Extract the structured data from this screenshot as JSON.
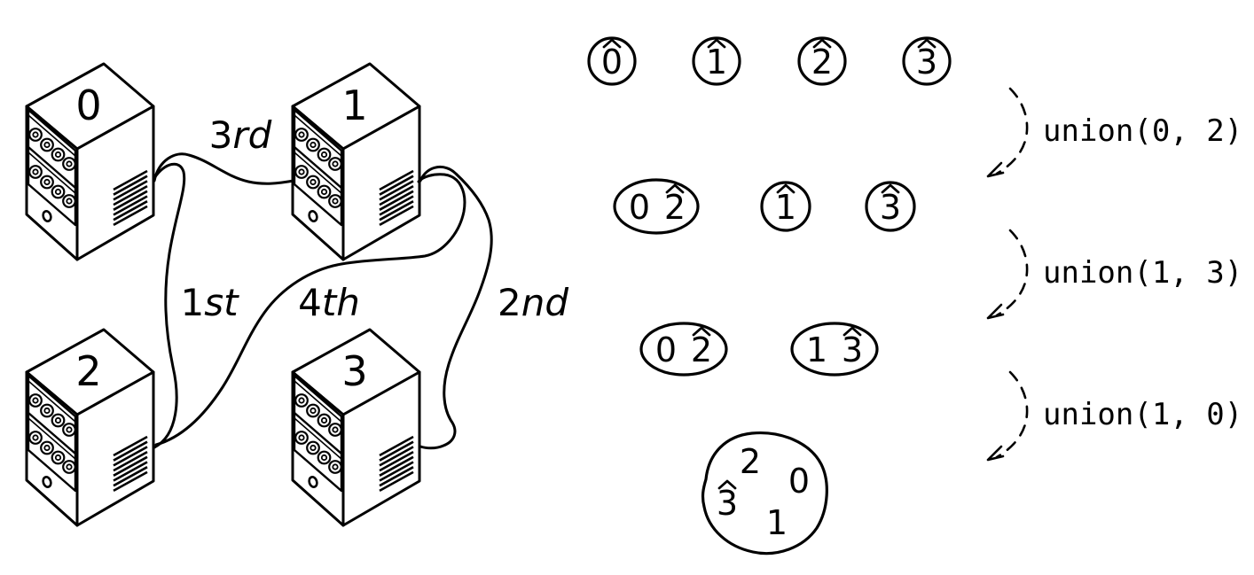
{
  "machines_panel": {
    "machines": [
      {
        "label": "0"
      },
      {
        "label": "1"
      },
      {
        "label": "2"
      },
      {
        "label": "3"
      }
    ],
    "cables": [
      {
        "order": "1",
        "suffix": "st",
        "connects": "machine 0 - machine 2"
      },
      {
        "order": "2",
        "suffix": "nd",
        "connects": "machine 1 - machine 3"
      },
      {
        "order": "3",
        "suffix": "rd",
        "connects": "machine 0 - machine 1"
      },
      {
        "order": "4",
        "suffix": "th",
        "connects": "machine 2 - machine 1"
      }
    ]
  },
  "union_find_panel": {
    "states": [
      {
        "sets": [
          {
            "shape": "circle",
            "members": [
              {
                "v": "0",
                "hat": true
              }
            ]
          },
          {
            "shape": "circle",
            "members": [
              {
                "v": "1",
                "hat": true
              }
            ]
          },
          {
            "shape": "circle",
            "members": [
              {
                "v": "2",
                "hat": true
              }
            ]
          },
          {
            "shape": "circle",
            "members": [
              {
                "v": "3",
                "hat": true
              }
            ]
          }
        ]
      },
      {
        "sets": [
          {
            "shape": "ellipse",
            "members": [
              {
                "v": "0",
                "hat": false
              },
              {
                "v": "2",
                "hat": true
              }
            ]
          },
          {
            "shape": "circle",
            "members": [
              {
                "v": "1",
                "hat": true
              }
            ]
          },
          {
            "shape": "circle",
            "members": [
              {
                "v": "3",
                "hat": true
              }
            ]
          }
        ]
      },
      {
        "sets": [
          {
            "shape": "ellipse",
            "members": [
              {
                "v": "0",
                "hat": false
              },
              {
                "v": "2",
                "hat": true
              }
            ]
          },
          {
            "shape": "ellipse",
            "members": [
              {
                "v": "1",
                "hat": false
              },
              {
                "v": "3",
                "hat": true
              }
            ]
          }
        ]
      },
      {
        "sets": [
          {
            "shape": "blob",
            "members": [
              {
                "v": "2",
                "hat": false
              },
              {
                "v": "0",
                "hat": false
              },
              {
                "v": "3",
                "hat": true
              },
              {
                "v": "1",
                "hat": false
              }
            ]
          }
        ]
      }
    ],
    "operations": [
      {
        "label": "union(0, 2)"
      },
      {
        "label": "union(1, 3)"
      },
      {
        "label": "union(1, 0)"
      }
    ]
  },
  "colors": {
    "ink": "#000000",
    "background": "#ffffff"
  }
}
